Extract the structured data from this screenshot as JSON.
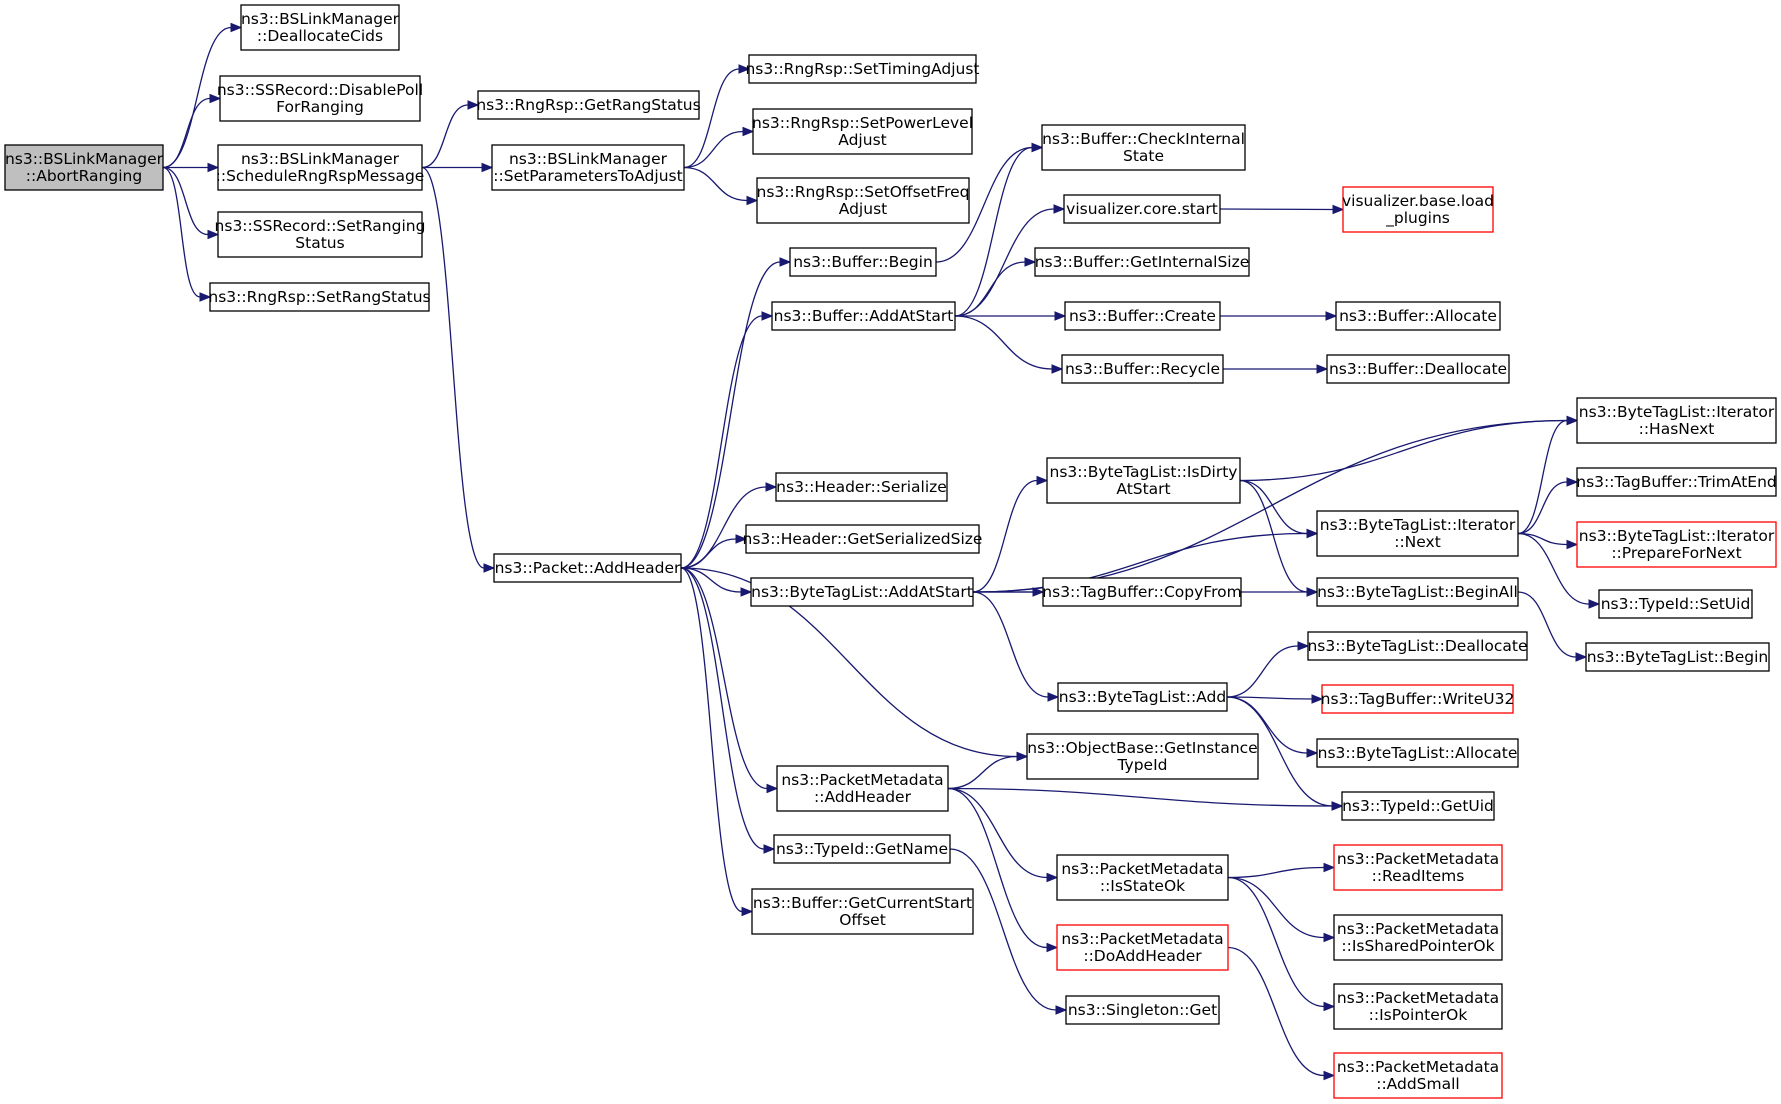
{
  "graph": {
    "nodes": [
      {
        "id": "abort",
        "lines": [
          "ns3::BSLinkManager",
          "::AbortRanging"
        ],
        "style": "current"
      },
      {
        "id": "dealloc_cids",
        "lines": [
          "ns3::BSLinkManager",
          "::DeallocateCids"
        ],
        "style": "normal"
      },
      {
        "id": "disable_poll",
        "lines": [
          "ns3::SSRecord::DisablePoll",
          "ForRanging"
        ],
        "style": "normal"
      },
      {
        "id": "sched_rsp",
        "lines": [
          "ns3::BSLinkManager",
          "::ScheduleRngRspMessage"
        ],
        "style": "normal"
      },
      {
        "id": "set_ranging_status",
        "lines": [
          "ns3::SSRecord::SetRanging",
          "Status"
        ],
        "style": "normal"
      },
      {
        "id": "set_rang_status",
        "lines": [
          "ns3::RngRsp::SetRangStatus"
        ],
        "style": "normal"
      },
      {
        "id": "get_rang_status",
        "lines": [
          "ns3::RngRsp::GetRangStatus"
        ],
        "style": "normal"
      },
      {
        "id": "set_params",
        "lines": [
          "ns3::BSLinkManager",
          "::SetParametersToAdjust"
        ],
        "style": "normal"
      },
      {
        "id": "timing_adj",
        "lines": [
          "ns3::RngRsp::SetTimingAdjust"
        ],
        "style": "normal"
      },
      {
        "id": "power_adj",
        "lines": [
          "ns3::RngRsp::SetPowerLevel",
          "Adjust"
        ],
        "style": "normal"
      },
      {
        "id": "offset_adj",
        "lines": [
          "ns3::RngRsp::SetOffsetFreq",
          "Adjust"
        ],
        "style": "normal"
      },
      {
        "id": "check_internal",
        "lines": [
          "ns3::Buffer::CheckInternal",
          "State"
        ],
        "style": "normal"
      },
      {
        "id": "viz_start",
        "lines": [
          "visualizer.core.start"
        ],
        "style": "normal"
      },
      {
        "id": "viz_load",
        "lines": [
          "visualizer.base.load",
          "_plugins"
        ],
        "style": "red"
      },
      {
        "id": "buf_begin",
        "lines": [
          "ns3::Buffer::Begin"
        ],
        "style": "normal"
      },
      {
        "id": "get_internal_size",
        "lines": [
          "ns3::Buffer::GetInternalSize"
        ],
        "style": "normal"
      },
      {
        "id": "buf_addatstart",
        "lines": [
          "ns3::Buffer::AddAtStart"
        ],
        "style": "normal"
      },
      {
        "id": "buf_create",
        "lines": [
          "ns3::Buffer::Create"
        ],
        "style": "normal"
      },
      {
        "id": "buf_allocate",
        "lines": [
          "ns3::Buffer::Allocate"
        ],
        "style": "normal"
      },
      {
        "id": "buf_recycle",
        "lines": [
          "ns3::Buffer::Recycle"
        ],
        "style": "normal"
      },
      {
        "id": "buf_deallocate",
        "lines": [
          "ns3::Buffer::Deallocate"
        ],
        "style": "normal"
      },
      {
        "id": "it_hasnext",
        "lines": [
          "ns3::ByteTagList::Iterator",
          "::HasNext"
        ],
        "style": "normal"
      },
      {
        "id": "btl_isdirty",
        "lines": [
          "ns3::ByteTagList::IsDirty",
          "AtStart"
        ],
        "style": "normal"
      },
      {
        "id": "tb_trimatend",
        "lines": [
          "ns3::TagBuffer::TrimAtEnd"
        ],
        "style": "normal"
      },
      {
        "id": "hdr_serialize",
        "lines": [
          "ns3::Header::Serialize"
        ],
        "style": "normal"
      },
      {
        "id": "it_next",
        "lines": [
          "ns3::ByteTagList::Iterator",
          "::Next"
        ],
        "style": "normal"
      },
      {
        "id": "it_prepare",
        "lines": [
          "ns3::ByteTagList::Iterator",
          "::PrepareForNext"
        ],
        "style": "red"
      },
      {
        "id": "hdr_getsize",
        "lines": [
          "ns3::Header::GetSerializedSize"
        ],
        "style": "normal"
      },
      {
        "id": "pkt_addheader",
        "lines": [
          "ns3::Packet::AddHeader"
        ],
        "style": "normal"
      },
      {
        "id": "btl_addatstart",
        "lines": [
          "ns3::ByteTagList::AddAtStart"
        ],
        "style": "normal"
      },
      {
        "id": "tb_copyfrom",
        "lines": [
          "ns3::TagBuffer::CopyFrom"
        ],
        "style": "normal"
      },
      {
        "id": "btl_beginall",
        "lines": [
          "ns3::ByteTagList::BeginAll"
        ],
        "style": "normal"
      },
      {
        "id": "typeid_setuid",
        "lines": [
          "ns3::TypeId::SetUid"
        ],
        "style": "normal"
      },
      {
        "id": "btl_begin",
        "lines": [
          "ns3::ByteTagList::Begin"
        ],
        "style": "normal"
      },
      {
        "id": "btl_deallocate",
        "lines": [
          "ns3::ByteTagList::Deallocate"
        ],
        "style": "normal"
      },
      {
        "id": "btl_add",
        "lines": [
          "ns3::ByteTagList::Add"
        ],
        "style": "normal"
      },
      {
        "id": "tb_writeu32",
        "lines": [
          "ns3::TagBuffer::WriteU32"
        ],
        "style": "red"
      },
      {
        "id": "ob_getinstance",
        "lines": [
          "ns3::ObjectBase::GetInstance",
          "TypeId"
        ],
        "style": "normal"
      },
      {
        "id": "btl_allocate",
        "lines": [
          "ns3::ByteTagList::Allocate"
        ],
        "style": "normal"
      },
      {
        "id": "pm_addheader",
        "lines": [
          "ns3::PacketMetadata",
          "::AddHeader"
        ],
        "style": "normal"
      },
      {
        "id": "typeid_getuid",
        "lines": [
          "ns3::TypeId::GetUid"
        ],
        "style": "normal"
      },
      {
        "id": "typeid_getname",
        "lines": [
          "ns3::TypeId::GetName"
        ],
        "style": "normal"
      },
      {
        "id": "pm_isstateok",
        "lines": [
          "ns3::PacketMetadata",
          "::IsStateOk"
        ],
        "style": "normal"
      },
      {
        "id": "pm_readitems",
        "lines": [
          "ns3::PacketMetadata",
          "::ReadItems"
        ],
        "style": "red"
      },
      {
        "id": "buf_getcurstart",
        "lines": [
          "ns3::Buffer::GetCurrentStart",
          "Offset"
        ],
        "style": "normal"
      },
      {
        "id": "pm_issharedptr",
        "lines": [
          "ns3::PacketMetadata",
          "::IsSharedPointerOk"
        ],
        "style": "normal"
      },
      {
        "id": "pm_doaddheader",
        "lines": [
          "ns3::PacketMetadata",
          "::DoAddHeader"
        ],
        "style": "red"
      },
      {
        "id": "pm_ispointerok",
        "lines": [
          "ns3::PacketMetadata",
          "::IsPointerOk"
        ],
        "style": "normal"
      },
      {
        "id": "singleton_get",
        "lines": [
          "ns3::Singleton::Get"
        ],
        "style": "normal"
      },
      {
        "id": "pm_addsmall",
        "lines": [
          "ns3::PacketMetadata",
          "::AddSmall"
        ],
        "style": "red"
      }
    ],
    "edges": [
      [
        "abort",
        "dealloc_cids"
      ],
      [
        "abort",
        "disable_poll"
      ],
      [
        "abort",
        "sched_rsp"
      ],
      [
        "abort",
        "set_ranging_status"
      ],
      [
        "abort",
        "set_rang_status"
      ],
      [
        "sched_rsp",
        "get_rang_status"
      ],
      [
        "sched_rsp",
        "set_params"
      ],
      [
        "sched_rsp",
        "pkt_addheader"
      ],
      [
        "set_params",
        "timing_adj"
      ],
      [
        "set_params",
        "power_adj"
      ],
      [
        "set_params",
        "offset_adj"
      ],
      [
        "pkt_addheader",
        "buf_begin"
      ],
      [
        "pkt_addheader",
        "buf_addatstart"
      ],
      [
        "pkt_addheader",
        "hdr_serialize"
      ],
      [
        "pkt_addheader",
        "hdr_getsize"
      ],
      [
        "pkt_addheader",
        "btl_addatstart"
      ],
      [
        "pkt_addheader",
        "ob_getinstance"
      ],
      [
        "pkt_addheader",
        "pm_addheader"
      ],
      [
        "pkt_addheader",
        "typeid_getname"
      ],
      [
        "pkt_addheader",
        "buf_getcurstart"
      ],
      [
        "buf_begin",
        "check_internal"
      ],
      [
        "buf_addatstart",
        "check_internal"
      ],
      [
        "buf_addatstart",
        "viz_start"
      ],
      [
        "buf_addatstart",
        "get_internal_size"
      ],
      [
        "buf_addatstart",
        "buf_create"
      ],
      [
        "buf_addatstart",
        "buf_recycle"
      ],
      [
        "viz_start",
        "viz_load"
      ],
      [
        "buf_create",
        "buf_allocate"
      ],
      [
        "buf_recycle",
        "buf_deallocate"
      ],
      [
        "btl_addatstart",
        "it_hasnext"
      ],
      [
        "btl_addatstart",
        "btl_isdirty"
      ],
      [
        "btl_addatstart",
        "it_next"
      ],
      [
        "btl_addatstart",
        "tb_copyfrom"
      ],
      [
        "btl_addatstart",
        "btl_beginall"
      ],
      [
        "btl_addatstart",
        "btl_add"
      ],
      [
        "btl_isdirty",
        "it_hasnext"
      ],
      [
        "btl_isdirty",
        "it_next"
      ],
      [
        "btl_isdirty",
        "btl_beginall"
      ],
      [
        "it_next",
        "it_hasnext"
      ],
      [
        "it_next",
        "tb_trimatend"
      ],
      [
        "it_next",
        "it_prepare"
      ],
      [
        "it_next",
        "typeid_setuid"
      ],
      [
        "btl_beginall",
        "btl_begin"
      ],
      [
        "btl_add",
        "btl_deallocate"
      ],
      [
        "btl_add",
        "tb_writeu32"
      ],
      [
        "btl_add",
        "btl_allocate"
      ],
      [
        "btl_add",
        "typeid_getuid"
      ],
      [
        "pm_addheader",
        "ob_getinstance"
      ],
      [
        "pm_addheader",
        "typeid_getuid"
      ],
      [
        "pm_addheader",
        "pm_isstateok"
      ],
      [
        "pm_addheader",
        "pm_doaddheader"
      ],
      [
        "pm_isstateok",
        "pm_readitems"
      ],
      [
        "pm_isstateok",
        "pm_issharedptr"
      ],
      [
        "pm_isstateok",
        "pm_ispointerok"
      ],
      [
        "typeid_getname",
        "singleton_get"
      ],
      [
        "pm_doaddheader",
        "pm_addsmall"
      ]
    ]
  },
  "colors": {
    "edge": "#191970",
    "node_border": "#000000",
    "current_node_fill": "#bfbfbf",
    "undocumented_border": "#ff0000"
  }
}
